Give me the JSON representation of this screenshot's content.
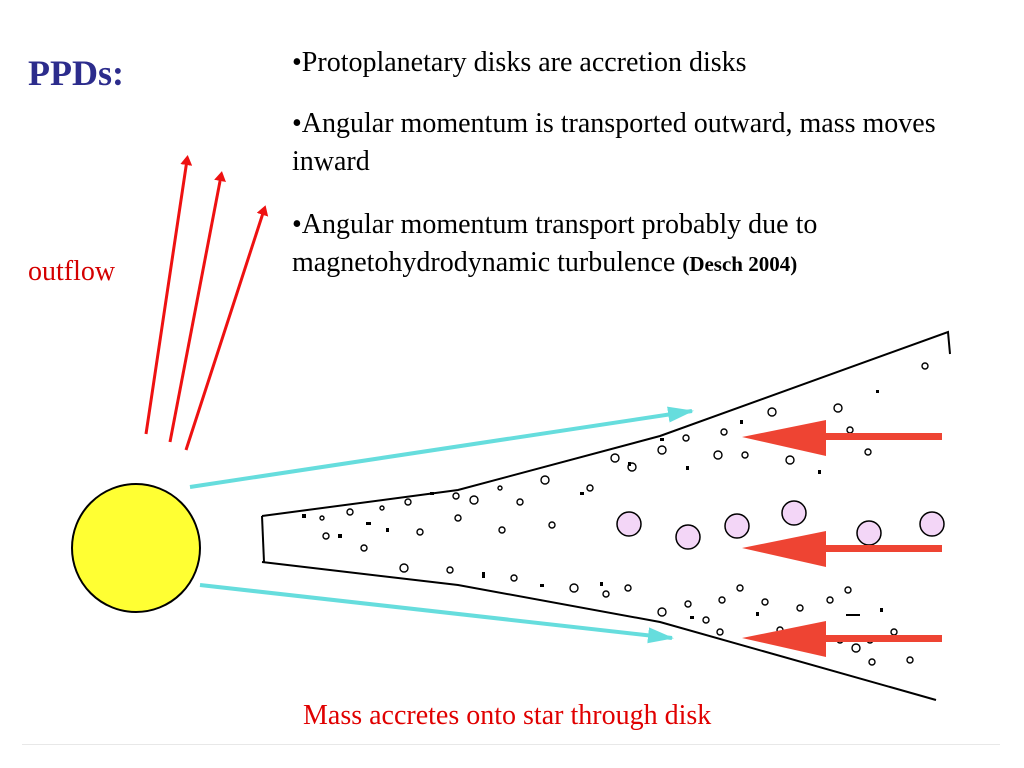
{
  "title": "PPDs:",
  "bullets": [
    {
      "text": "•Protoplanetary disks are accretion disks",
      "cite": ""
    },
    {
      "text": "•Angular momentum is transported outward, mass moves inward",
      "cite": ""
    },
    {
      "text": "•Angular momentum transport probably due to magnetohydrodynamic turbulence ",
      "cite": "(Desch 2004)"
    }
  ],
  "diagram": {
    "outflow_label": "outflow",
    "caption": "Mass accretes onto star through disk",
    "colors": {
      "star": "#ffff33",
      "outflow_arrows": "#ee1111",
      "angular_momentum_arrows": "#66dddd",
      "inflow_arrows": "#ee4433",
      "disk_lines": "#000000",
      "large_particles": "#f3d6f7"
    }
  }
}
